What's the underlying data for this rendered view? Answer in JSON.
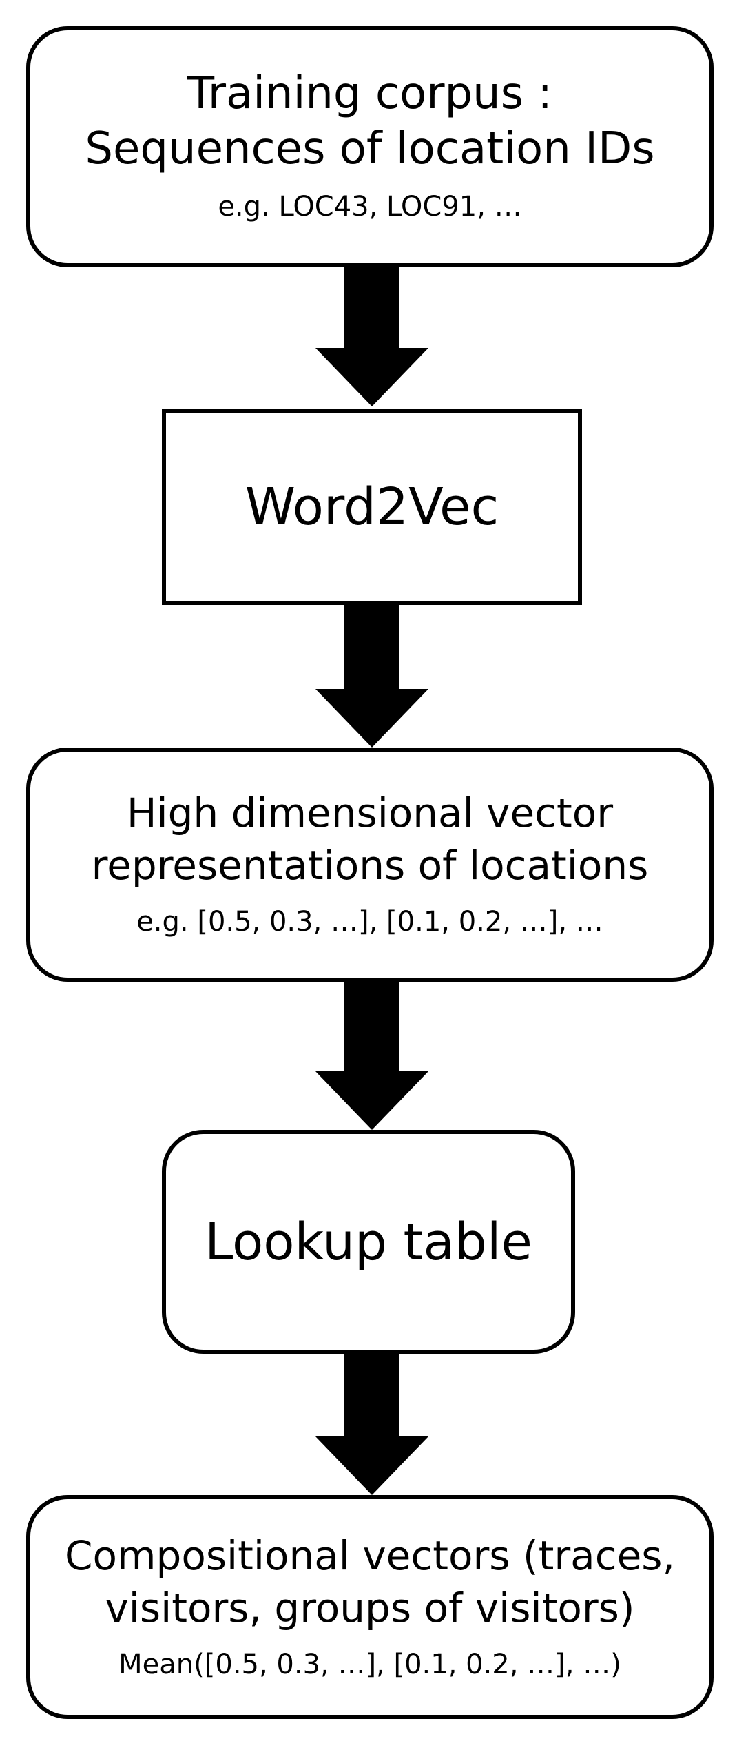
{
  "nodes": {
    "training_corpus": {
      "line1": "Training corpus :",
      "line2": "Sequences of location IDs",
      "example": "e.g. LOC43, LOC91, …"
    },
    "word2vec": {
      "label": "Word2Vec"
    },
    "vector_representations": {
      "line1": "High dimensional vector",
      "line2": "representations of locations",
      "example": "e.g. [0.5, 0.3, …], [0.1, 0.2, …], …"
    },
    "lookup_table": {
      "label": "Lookup table"
    },
    "compositional_vectors": {
      "line1": "Compositional vectors (traces,",
      "line2": "visitors, groups of visitors)",
      "example": "Mean([0.5, 0.3, …], [0.1, 0.2, …], …)"
    }
  },
  "colors": {
    "stroke": "#000000",
    "fill": "#ffffff"
  }
}
